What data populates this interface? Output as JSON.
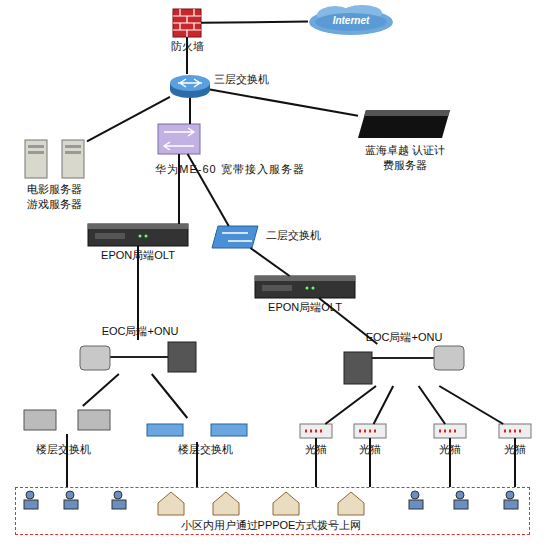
{
  "diagram": {
    "nodes": [
      {
        "text": [
          "防火墙"
        ]
      },
      {
        "text": [
          "Internet"
        ]
      },
      {
        "text": [
          "三层交换机"
        ]
      },
      {
        "text": [
          "电影服务器 游戏服务器"
        ]
      },
      {
        "text": [
          "华为ME-60 宽带接入服务器"
        ]
      },
      {
        "text": [
          "蓝海卓越 认证计费服务器"
        ]
      },
      {
        "text": [
          "EPON局端OLT"
        ]
      },
      {
        "text": [
          "二层交换机"
        ]
      },
      {
        "text": [
          "EPON局端OLT"
        ]
      },
      {
        "text": [
          "EOC局端+ONU"
        ]
      },
      {
        "text": [
          "EOC局端+ONU"
        ]
      },
      {
        "text": [
          "楼层交换机"
        ]
      },
      {
        "text": [
          "楼层交换机"
        ]
      },
      {
        "text": [
          "光猫"
        ]
      },
      {
        "text": [
          "光猫"
        ]
      },
      {
        "text": [
          "光猫"
        ]
      },
      {
        "text": [
          "光猫"
        ]
      },
      {
        "text": [
          "小区内用户通过PPPOE方式拨号上网"
        ]
      }
    ],
    "edges": [
      {
        "from": 0,
        "to": 1,
        "arrow": "none"
      },
      {
        "from": 0,
        "to": 2,
        "arrow": "none"
      },
      {
        "from": 2,
        "to": 3,
        "arrow": "none"
      },
      {
        "from": 2,
        "to": 4,
        "arrow": "none"
      },
      {
        "from": 2,
        "to": 5,
        "arrow": "none"
      },
      {
        "from": 4,
        "to": 6,
        "arrow": "none"
      },
      {
        "from": 4,
        "to": 7,
        "arrow": "none"
      },
      {
        "from": 7,
        "to": 8,
        "arrow": "none"
      },
      {
        "from": 6,
        "to": 9,
        "arrow": "none"
      },
      {
        "from": 8,
        "to": 10,
        "arrow": "none"
      },
      {
        "from": 9,
        "to": 11,
        "arrow": "none"
      },
      {
        "from": 9,
        "to": 12,
        "arrow": "none"
      },
      {
        "from": 10,
        "to": 13,
        "arrow": "none"
      },
      {
        "from": 10,
        "to": 14,
        "arrow": "none"
      },
      {
        "from": 10,
        "to": 15,
        "arrow": "none"
      },
      {
        "from": 10,
        "to": 16,
        "arrow": "none"
      },
      {
        "from": 11,
        "to": 17,
        "arrow": "none"
      },
      {
        "from": 12,
        "to": 17,
        "arrow": "none"
      },
      {
        "from": 13,
        "to": 17,
        "arrow": "none"
      },
      {
        "from": 14,
        "to": 17,
        "arrow": "none"
      },
      {
        "from": 15,
        "to": 17,
        "arrow": "none"
      },
      {
        "from": 16,
        "to": 17,
        "arrow": "none"
      }
    ]
  }
}
